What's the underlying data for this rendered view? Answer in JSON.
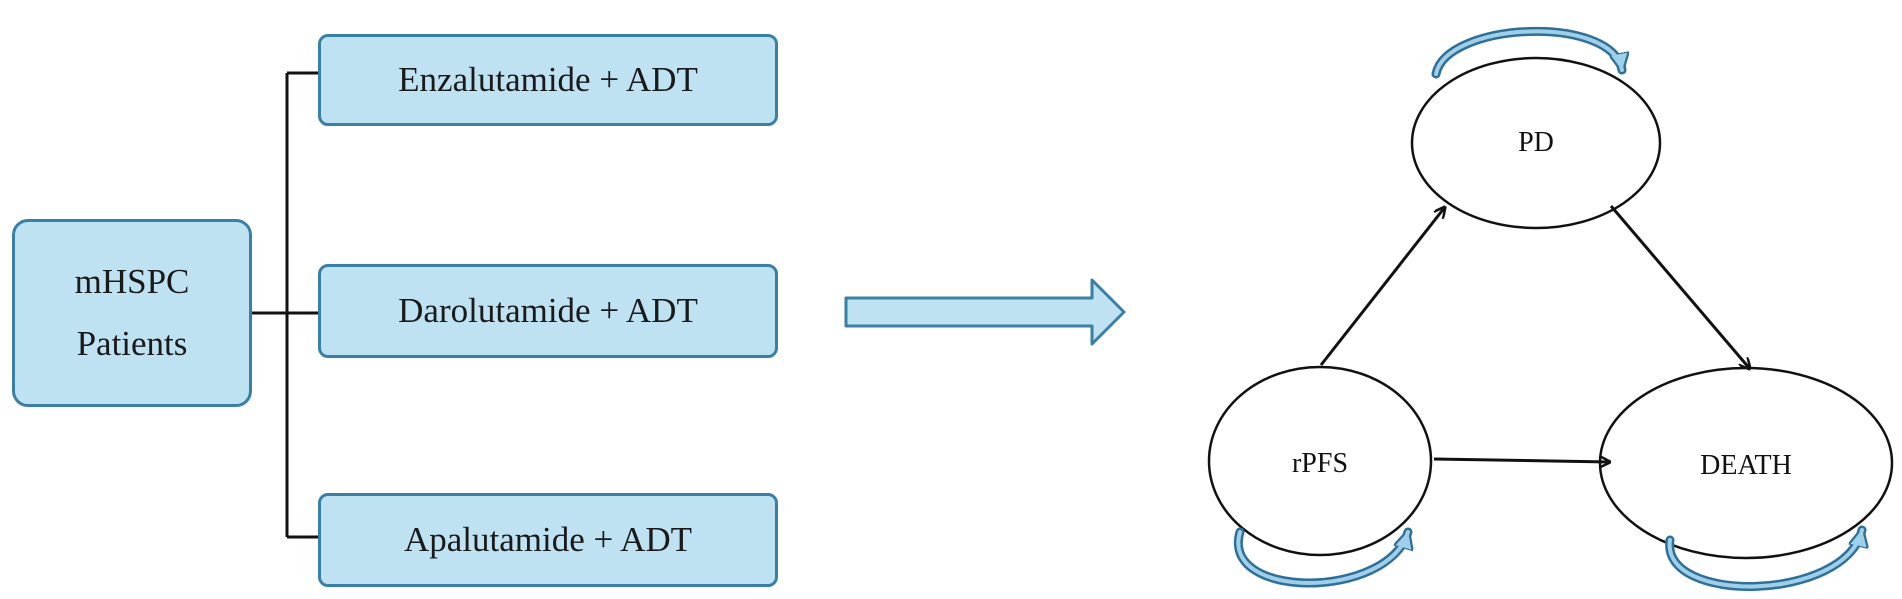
{
  "source": {
    "label_line1": "mHSPC",
    "label_line2": "Patients"
  },
  "treatments": [
    {
      "label": "Enzalutamide + ADT"
    },
    {
      "label": "Darolutamide + ADT"
    },
    {
      "label": "Apalutamide + ADT"
    }
  ],
  "markov_states": {
    "pd": "PD",
    "rpfs": "rPFS",
    "death": "DEATH"
  },
  "colors": {
    "box_fill": "#bfe2f3",
    "box_border": "#3a7fa6",
    "loop_arrow": "#4c8fb8"
  },
  "icons": {
    "transition_arrow": "block-right-arrow-icon",
    "self_loop": "curved-loop-arrow-icon"
  }
}
